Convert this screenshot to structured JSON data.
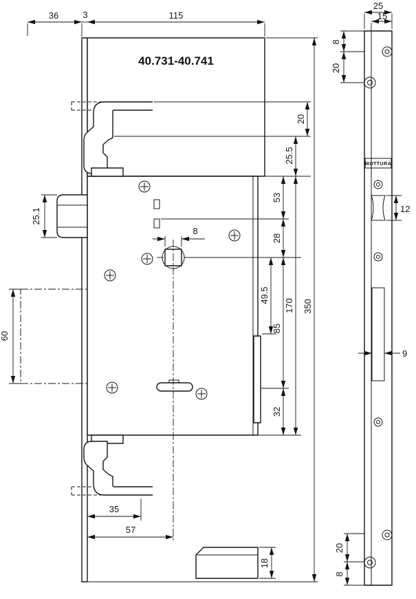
{
  "title": "40.731-40.741",
  "brand": "MOTTURA",
  "dims": {
    "d36": "36",
    "d3": "3",
    "d115": "115",
    "d8sq": "8",
    "d25_1": "25.1",
    "d60": "60",
    "d20a": "20",
    "d25_5": "25.5",
    "d53": "53",
    "d28": "28",
    "d49_5": "49.5",
    "d170": "170",
    "d85": "85",
    "d350": "350",
    "d32": "32",
    "d35": "35",
    "d57": "57",
    "d18": "18",
    "d25": "25",
    "d15": "15",
    "d8t": "8",
    "d20t": "20",
    "d12": "12",
    "d9": "9",
    "d20b": "20",
    "d8b": "8"
  }
}
